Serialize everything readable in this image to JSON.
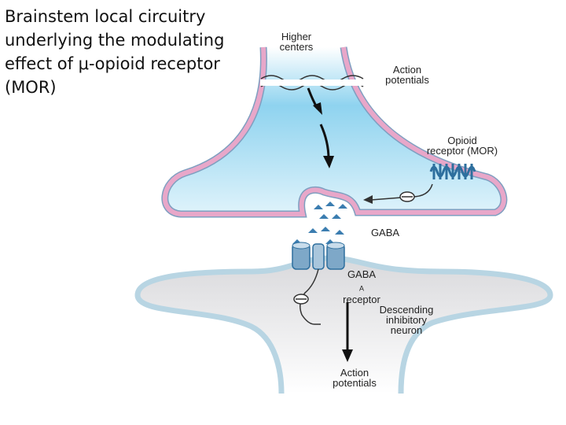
{
  "slide": {
    "title_lines": [
      "Brainstem local circuitry",
      "underlying the modulating",
      "effect of μ-opioid receptor",
      "(MOR)"
    ]
  },
  "labels": {
    "higher_centers": [
      "Higher",
      "centers"
    ],
    "action_potentials_top": [
      "Action",
      "potentials"
    ],
    "opioid_receptor": [
      "Opioid",
      "receptor (MOR)"
    ],
    "gaba": "GABA",
    "gaba_a_receptor": {
      "main": "GABA",
      "subscript": "A",
      "line2": "receptor"
    },
    "descending_neuron": [
      "Descending",
      "inhibitory",
      "neuron"
    ],
    "action_potentials_bottom": [
      "Action",
      "potentials"
    ]
  },
  "colors": {
    "presynaptic_fill": "#8fd3ef",
    "presynaptic_membrane": "#e8a7c9",
    "postsynaptic_fill": "#e8e8ea",
    "postsynaptic_membrane": "#b8d5e3",
    "receptor": "#2e6f9e",
    "gaba_receptor": "#7ea8c8"
  }
}
